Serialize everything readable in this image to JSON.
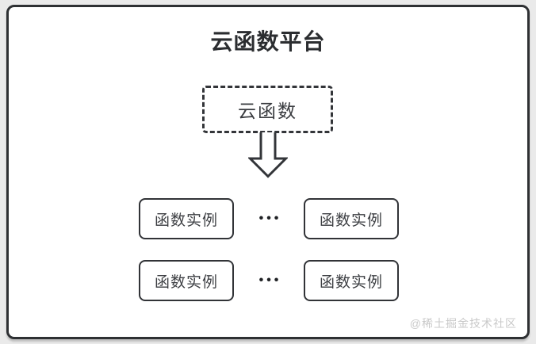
{
  "diagram": {
    "title": "云函数平台",
    "cloud_function": {
      "label": "云函数"
    },
    "instances": [
      {
        "label": "函数实例"
      },
      {
        "label": "函数实例"
      },
      {
        "label": "函数实例"
      },
      {
        "label": "函数实例"
      }
    ],
    "ellipsis_row1": "•••",
    "ellipsis_row2": "•••",
    "watermark": "@稀土掘金技术社区",
    "colors": {
      "canvas_background": "#eaeaea",
      "panel_background": "#ffffff",
      "frame_border": "#2e3033",
      "node_border": "#313337",
      "title_text": "#2b2d30",
      "node_text": "#3d3f43",
      "watermark_text": "#c9c9c9"
    }
  }
}
